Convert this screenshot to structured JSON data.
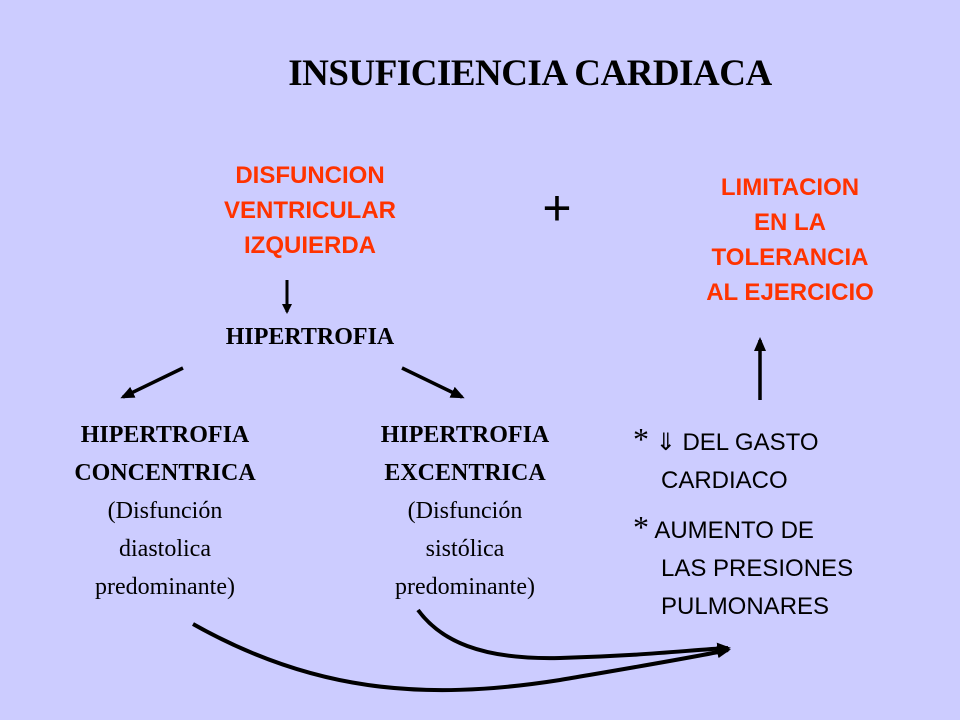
{
  "title": "INSUFICIENCIA CARDIACA",
  "left_top": [
    "DISFUNCION",
    "VENTRICULAR",
    "IZQUIERDA"
  ],
  "plus": "+",
  "right_top": [
    "LIMITACION",
    "EN LA",
    "TOLERANCIA",
    "AL EJERCICIO"
  ],
  "middle": "HIPERTROFIA",
  "concentric": {
    "title": [
      "HIPERTROFIA",
      "CONCENTRICA"
    ],
    "detail": [
      "(Disfunción",
      "diastolica",
      "predominante)"
    ]
  },
  "excentric": {
    "title": [
      "HIPERTROFIA",
      "EXCENTRICA"
    ],
    "detail": [
      "(Disfunción",
      "sistólica",
      "predominante)"
    ]
  },
  "bullets": [
    {
      "marker": "*",
      "symbol": "⇓",
      "lines": [
        "DEL GASTO",
        "CARDIACO"
      ]
    },
    {
      "marker": "*",
      "symbol": "",
      "lines": [
        "AUMENTO DE",
        "LAS PRESIONES",
        "PULMONARES"
      ]
    }
  ],
  "colors": {
    "background": "#ccccff",
    "accent": "#ff3300",
    "text": "#000000"
  }
}
